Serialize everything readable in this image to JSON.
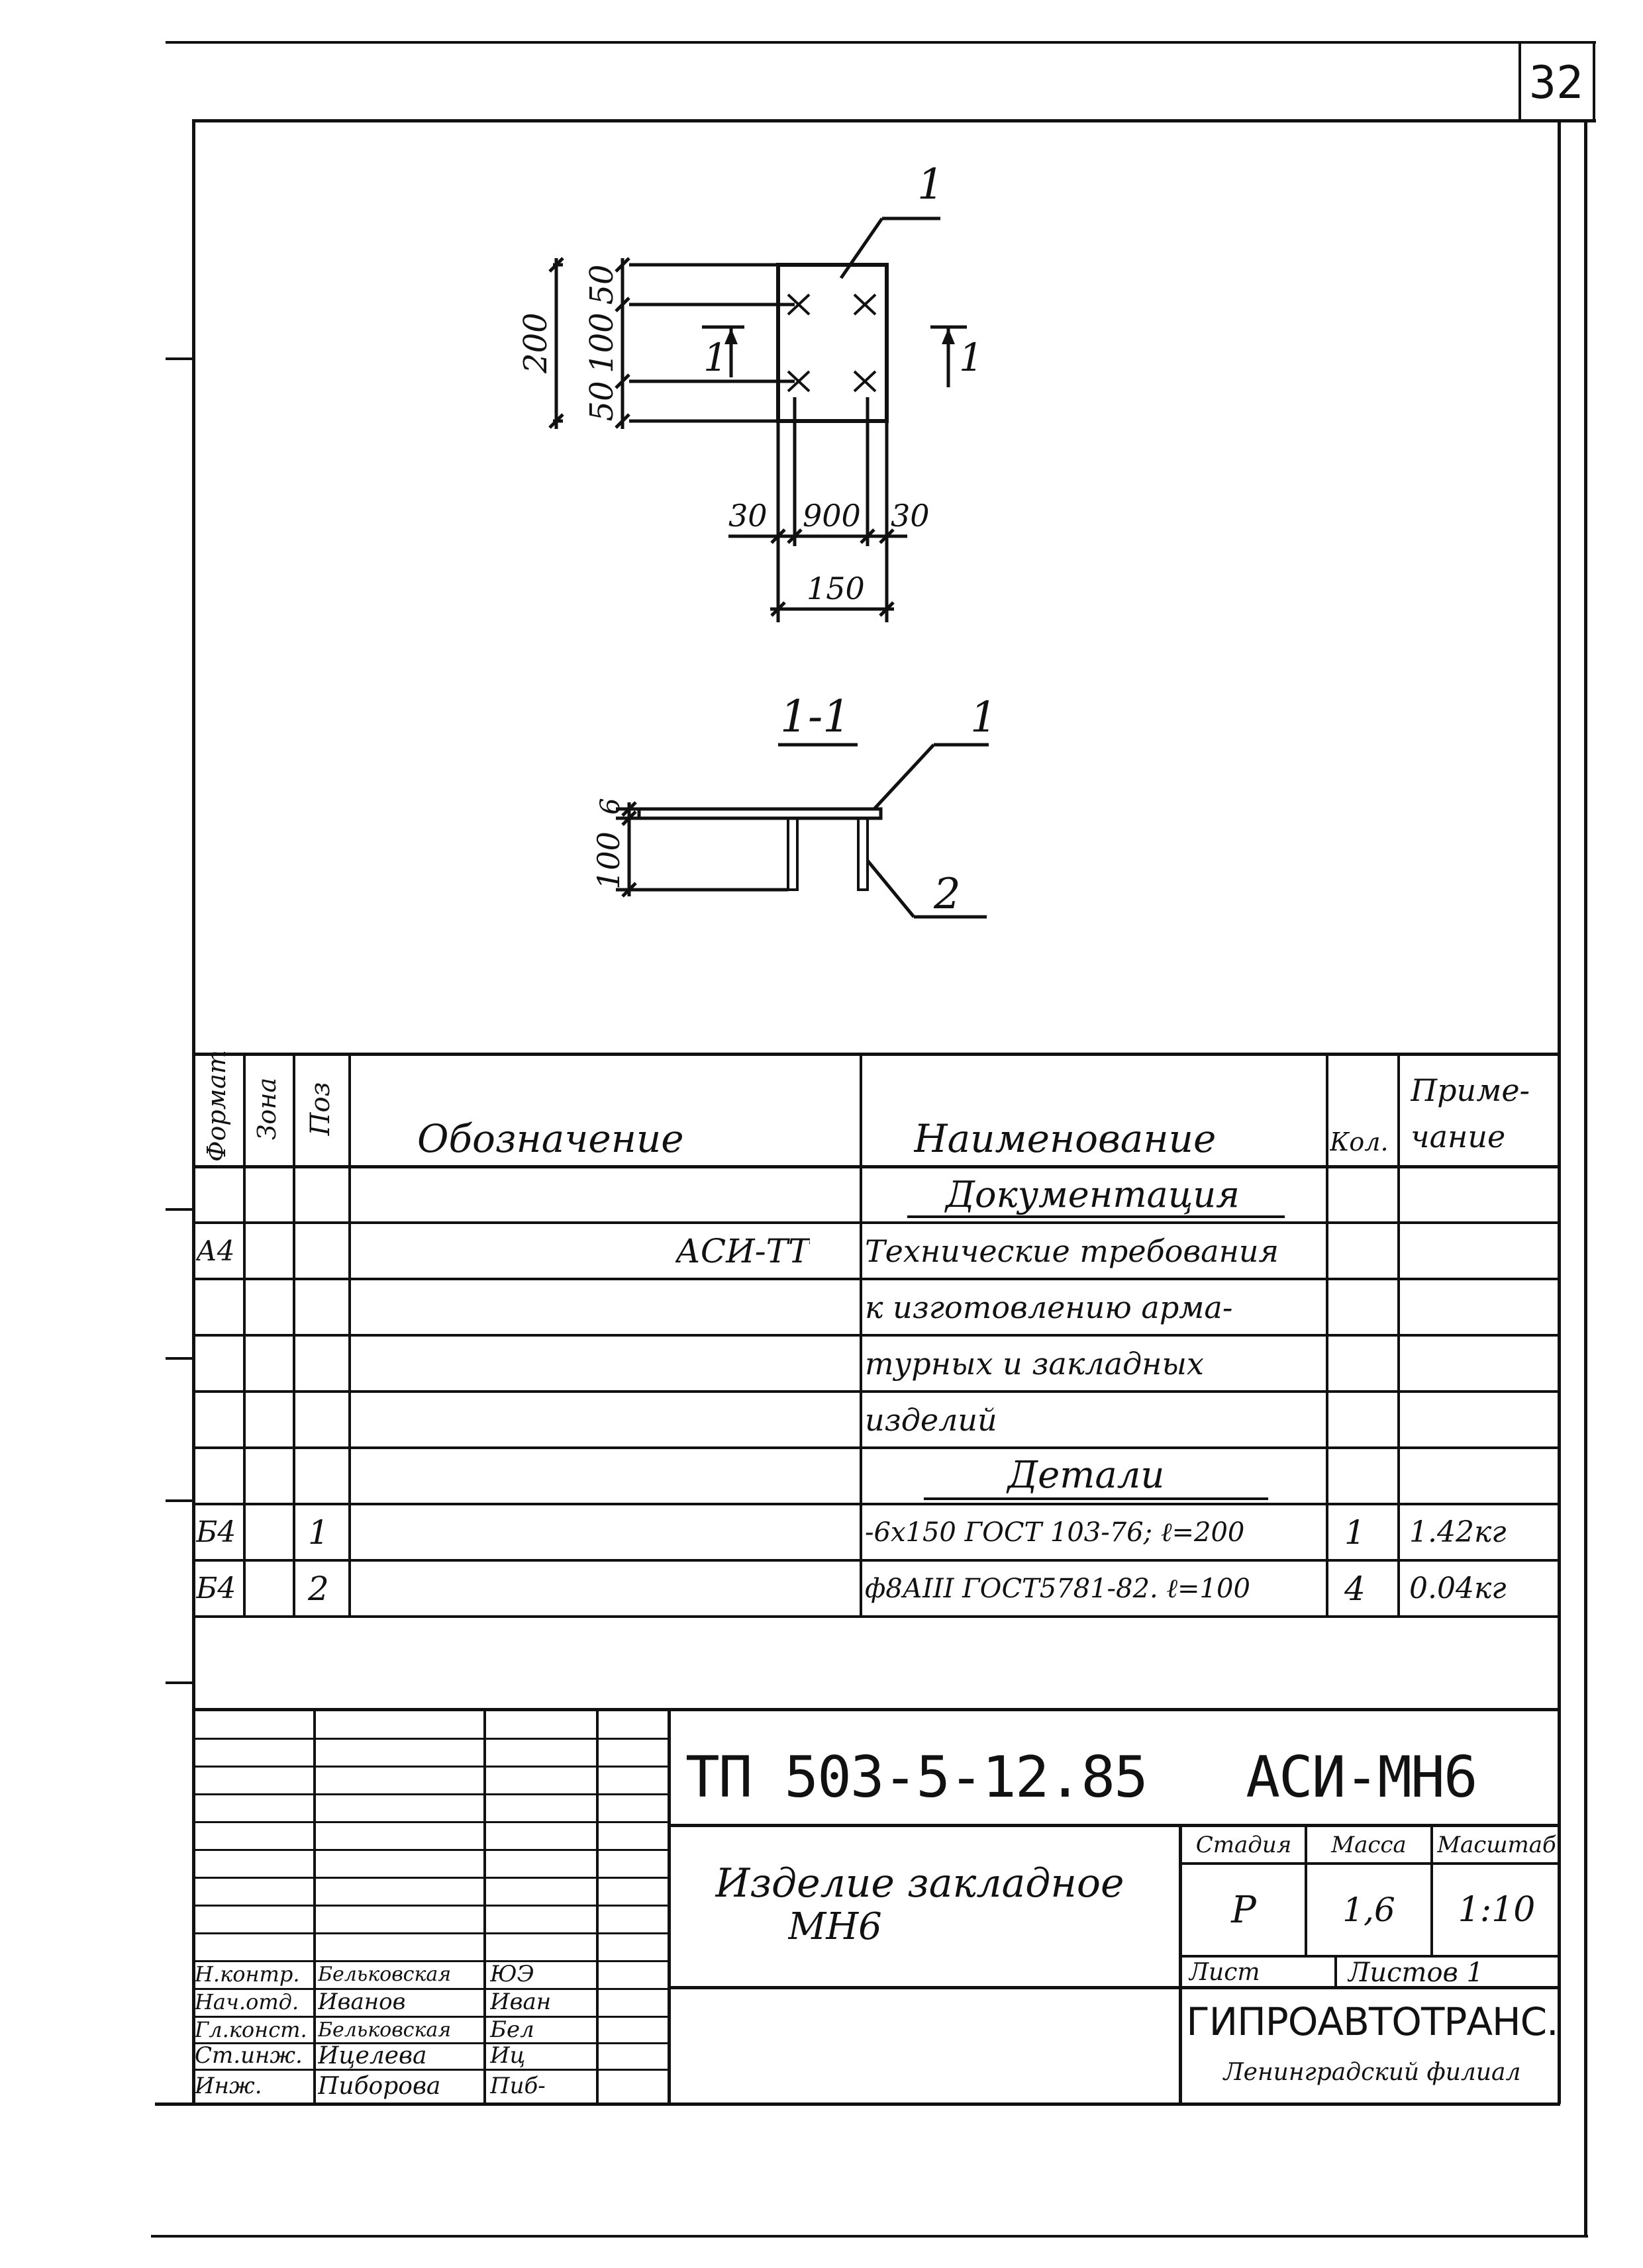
{
  "sheet": {
    "page_number": "32"
  },
  "drawing": {
    "plan_label": "1",
    "section_cut_left": "1",
    "section_cut_right": "1",
    "dim_vertical_total": "200",
    "dim_vertical_top": "50",
    "dim_vertical_mid": "100",
    "dim_vertical_bottom": "50",
    "dim_horizontal_left": "30",
    "dim_horizontal_mid": "900",
    "dim_horizontal_right": "30",
    "dim_horizontal_total": "150",
    "section_title": "1-1",
    "section_part1": "1",
    "section_part2": "2",
    "section_dim_total": "100",
    "section_dim_plate": "6"
  },
  "spec_table": {
    "headers": {
      "format": "Формат",
      "zone": "Зона",
      "pos": "Поз",
      "designation": "Обозначение",
      "name": "Наименование",
      "qty": "Кол.",
      "note_line1": "Приме-",
      "note_line2": "чание"
    },
    "section_documentation": "Документация",
    "doc_row": {
      "format": "А4",
      "designation": "АСИ-ТТ",
      "name_lines": [
        "Технические требования",
        "к изготовлению арма-",
        "турных и закладных",
        "изделий"
      ]
    },
    "section_details": "Детали",
    "rows": [
      {
        "format": "Б4",
        "pos": "1",
        "name": "-6х150 ГОСТ 103-76; ℓ=200",
        "qty": "1",
        "note": "1.42кг"
      },
      {
        "format": "Б4",
        "pos": "2",
        "name": "ф8АIII ГОСТ5781-82. ℓ=100",
        "qty": "4",
        "note": "0.04кг"
      }
    ]
  },
  "title_block": {
    "code": "ТП 503-5-12.85   АСИ-МН6",
    "product_name_line1": "Изделие закладное",
    "product_name_line2": "МН6",
    "stage_label": "Стадия",
    "mass_label": "Масса",
    "scale_label": "Масштаб",
    "stage": "Р",
    "mass": "1,6",
    "scale": "1:10",
    "sheet_label": "Лист",
    "sheets_label": "Листов 1",
    "org": "ГИПРОАВТОТРАНС.",
    "org_branch": "Ленинградский филиал",
    "signatures": [
      {
        "role": "Н.контр.",
        "name": "Бельковская",
        "sign": "ЮЭ"
      },
      {
        "role": "Нач.отд.",
        "name": "Иванов",
        "sign": "Иван"
      },
      {
        "role": "Гл.конст.",
        "name": "Бельковская",
        "sign": "Бел"
      },
      {
        "role": "Ст.инж.",
        "name": "Ицелева",
        "sign": "Иц"
      },
      {
        "role": "Инж.",
        "name": "Пиборова",
        "sign": "Пиб-"
      }
    ]
  }
}
